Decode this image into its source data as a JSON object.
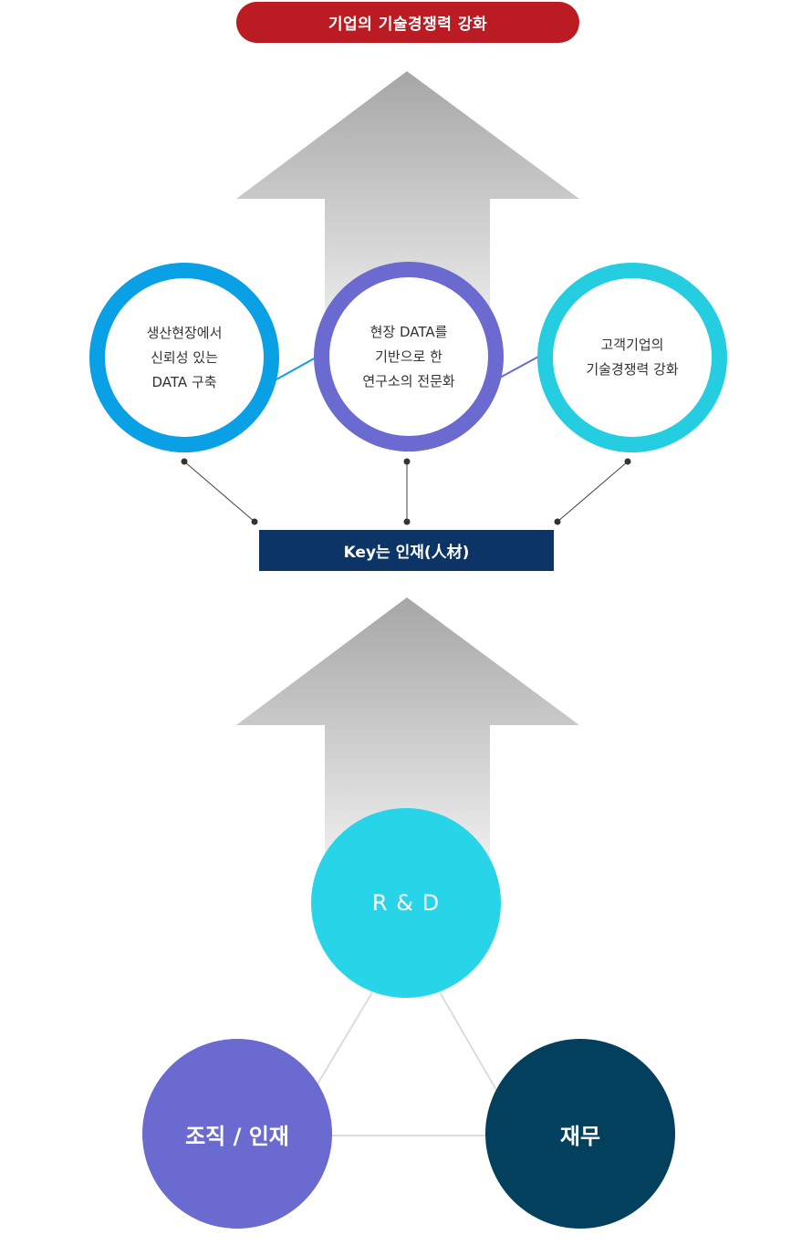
{
  "goal": {
    "label": "기업의 기술경쟁력 강화"
  },
  "pillars": [
    {
      "lines": [
        "생산현장에서",
        "신뢰성 있는",
        "DATA 구축"
      ],
      "color": "#0aa0e6"
    },
    {
      "lines": [
        "현장 DATA를",
        "기반으로 한",
        "연구소의 전문화"
      ],
      "color": "#6a6ad0"
    },
    {
      "lines": [
        "고객기업의",
        "기술경쟁력 강화"
      ],
      "color": "#25cde0"
    }
  ],
  "key": {
    "label": "Key는 인재(人材)"
  },
  "foundations": [
    {
      "label": "R & D",
      "color": "#27d4e8"
    },
    {
      "label": "조직 / 인재",
      "color": "#6a6ad0"
    },
    {
      "label": "재무",
      "color": "#03405e"
    }
  ],
  "colors": {
    "goal_bg": "#bb1c24",
    "key_bg": "#0d3466",
    "arrow_top": "#a6a6a6",
    "arrow_bottom": "#efefef"
  }
}
